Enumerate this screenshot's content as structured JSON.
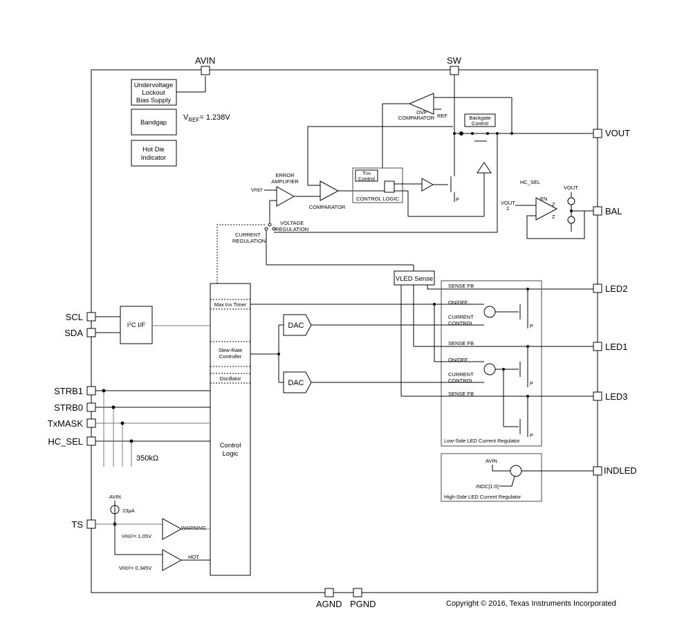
{
  "pins": {
    "avin": "AVIN",
    "sw": "SW",
    "vout": "VOUT",
    "bal": "BAL",
    "led2": "LED2",
    "led1": "LED1",
    "led3": "LED3",
    "indled": "INDLED",
    "scl": "SCL",
    "sda": "SDA",
    "strb1": "STRB1",
    "strb0": "STRB0",
    "txmask": "TxMASK",
    "hc_sel": "HC_SEL",
    "ts": "TS",
    "agnd": "AGND",
    "pgnd": "PGND"
  },
  "blocks": {
    "uvlo": [
      "Undervoltage",
      "Lockout",
      "Bias Supply"
    ],
    "bandgap": "Bandgap",
    "hot_die": [
      "Hot Die",
      "Indicator"
    ],
    "vref_bandgap": {
      "v": "V",
      "sub": "REF",
      "rest": "= 1.238V"
    },
    "ovp": [
      "OVP",
      "COMPARATOR"
    ],
    "ref": "REF",
    "backgate": [
      "Backgate",
      "Control"
    ],
    "error_amp": [
      "ERROR",
      "AMPLIFIER"
    ],
    "vref_small": {
      "v": "V",
      "sub": "REF"
    },
    "comparator": "COMPARATOR",
    "ton_control": {
      "t": "T",
      "sub": "ON",
      "rest": "Control"
    },
    "control_logic_small": "CONTROL LOGIC",
    "p": "P",
    "voltage_regulation": [
      "VOLTAGE",
      "REGULATION"
    ],
    "current_regulation": [
      "CURRENT",
      "REGULATION"
    ],
    "hc_sel": "HC_SEL",
    "en": "EN",
    "vout_label": "VOUT",
    "vout_half": [
      "VOUT",
      "2"
    ],
    "z": "Z",
    "vled_sense": "VLED Sense",
    "sense_fb": "SENSE FB",
    "on_off": "ON/OFF",
    "current_control": [
      "CURRENT",
      "CONTROL"
    ],
    "low_side": "Low-Side LED Current Regulator",
    "high_side": "High-Side LED Current Regulator",
    "avin": "AVIN",
    "indc": "INDC[1:0]",
    "i2c": {
      "a": "I",
      "sup": "2",
      "rest": "C I/F"
    },
    "max_timer": {
      "a": "Max t",
      "sub": "ON",
      "rest": " Timer"
    },
    "slew": [
      "Slew-Rate",
      "Controller"
    ],
    "oscillator": "Oscillator",
    "control_logic": [
      "Control",
      "Logic"
    ],
    "dac": "DAC",
    "resistor": "350kΩ",
    "current_src": "23µA",
    "warning": "WARNING",
    "hot": "HOT",
    "vref_warning": {
      "v": "V",
      "sub": "REF",
      "rest": "= 1.05V"
    },
    "vref_hot": {
      "v": "V",
      "sub": "REF",
      "rest": "= 0.345V"
    }
  },
  "copyright": "Copyright © 2016, Texas Instruments Incorporated"
}
